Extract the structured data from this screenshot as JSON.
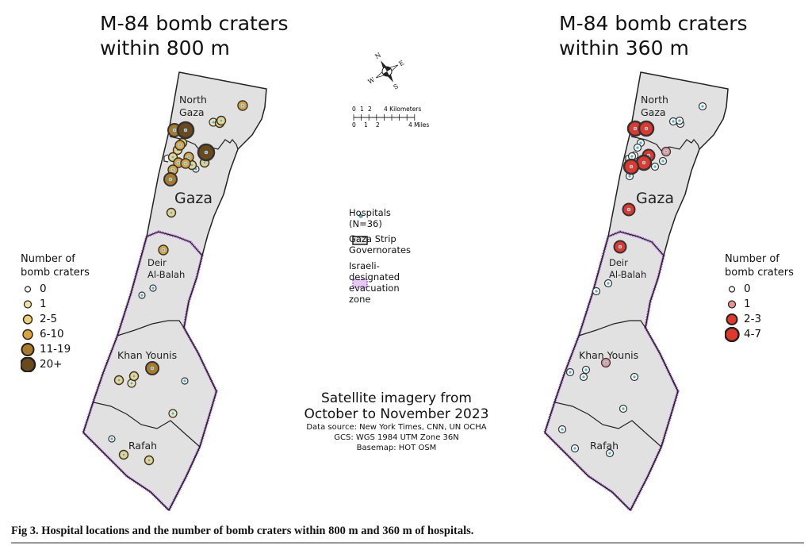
{
  "left_map": {
    "title_line1": "M-84 bomb craters",
    "title_line2": "within 800 m",
    "legend_title_line1": "Number of",
    "legend_title_line2": "bomb craters",
    "legend": [
      "0",
      "1",
      "2-5",
      "6-10",
      "11-19",
      "20+"
    ],
    "colors": [
      "#ffffff",
      "#f4e0a0",
      "#f0cf72",
      "#dba23a",
      "#a87a2a",
      "#6a4a1c"
    ]
  },
  "right_map": {
    "title_line1": "M-84 bomb craters",
    "title_line2": "within 360 m",
    "legend_title_line1": "Number of",
    "legend_title_line2": "bomb craters",
    "legend": [
      "0",
      "1",
      "2-3",
      "4-7"
    ],
    "colors": [
      "#ffffff",
      "#e99292",
      "#e2372b",
      "#e2372b"
    ]
  },
  "regions": {
    "north_line1": "North",
    "north_line2": "Gaza",
    "gaza": "Gaza",
    "deir_line1": "Deir",
    "deir_line2": "Al-Balah",
    "khan": "Khan Younis",
    "rafah": "Rafah"
  },
  "compass": {
    "n": "N",
    "e": "E",
    "s": "S",
    "w": "W"
  },
  "scale": {
    "km_labels": [
      "0",
      "1",
      "2",
      "4 Kilometers"
    ],
    "mi_labels": [
      "0",
      "1",
      "2",
      "4 Miles"
    ]
  },
  "center_legend": {
    "hospitals_line1": "Hospitals",
    "hospitals_line2": "(N=36)",
    "govs_line1": "Gaza Strip",
    "govs_line2": "Governorates",
    "evac_lines": [
      "Israeli-",
      "designated",
      "evacuation",
      "zone"
    ]
  },
  "source": {
    "line1": "Satellite imagery from",
    "line2": "October to November 2023",
    "line3": "Data source: New York Times, CNN, UN OCHA",
    "line4": "GCS: WGS 1984 UTM Zone 36N",
    "line5": "Basemap: HOT OSM"
  },
  "caption": "Fig 3. Hospital locations and the number of bomb craters within 800 m and 360 m of hospitals.",
  "colors": {
    "land": "#e1e1e1",
    "hospital": "#4db5dc",
    "evac": "#a64ad8"
  }
}
